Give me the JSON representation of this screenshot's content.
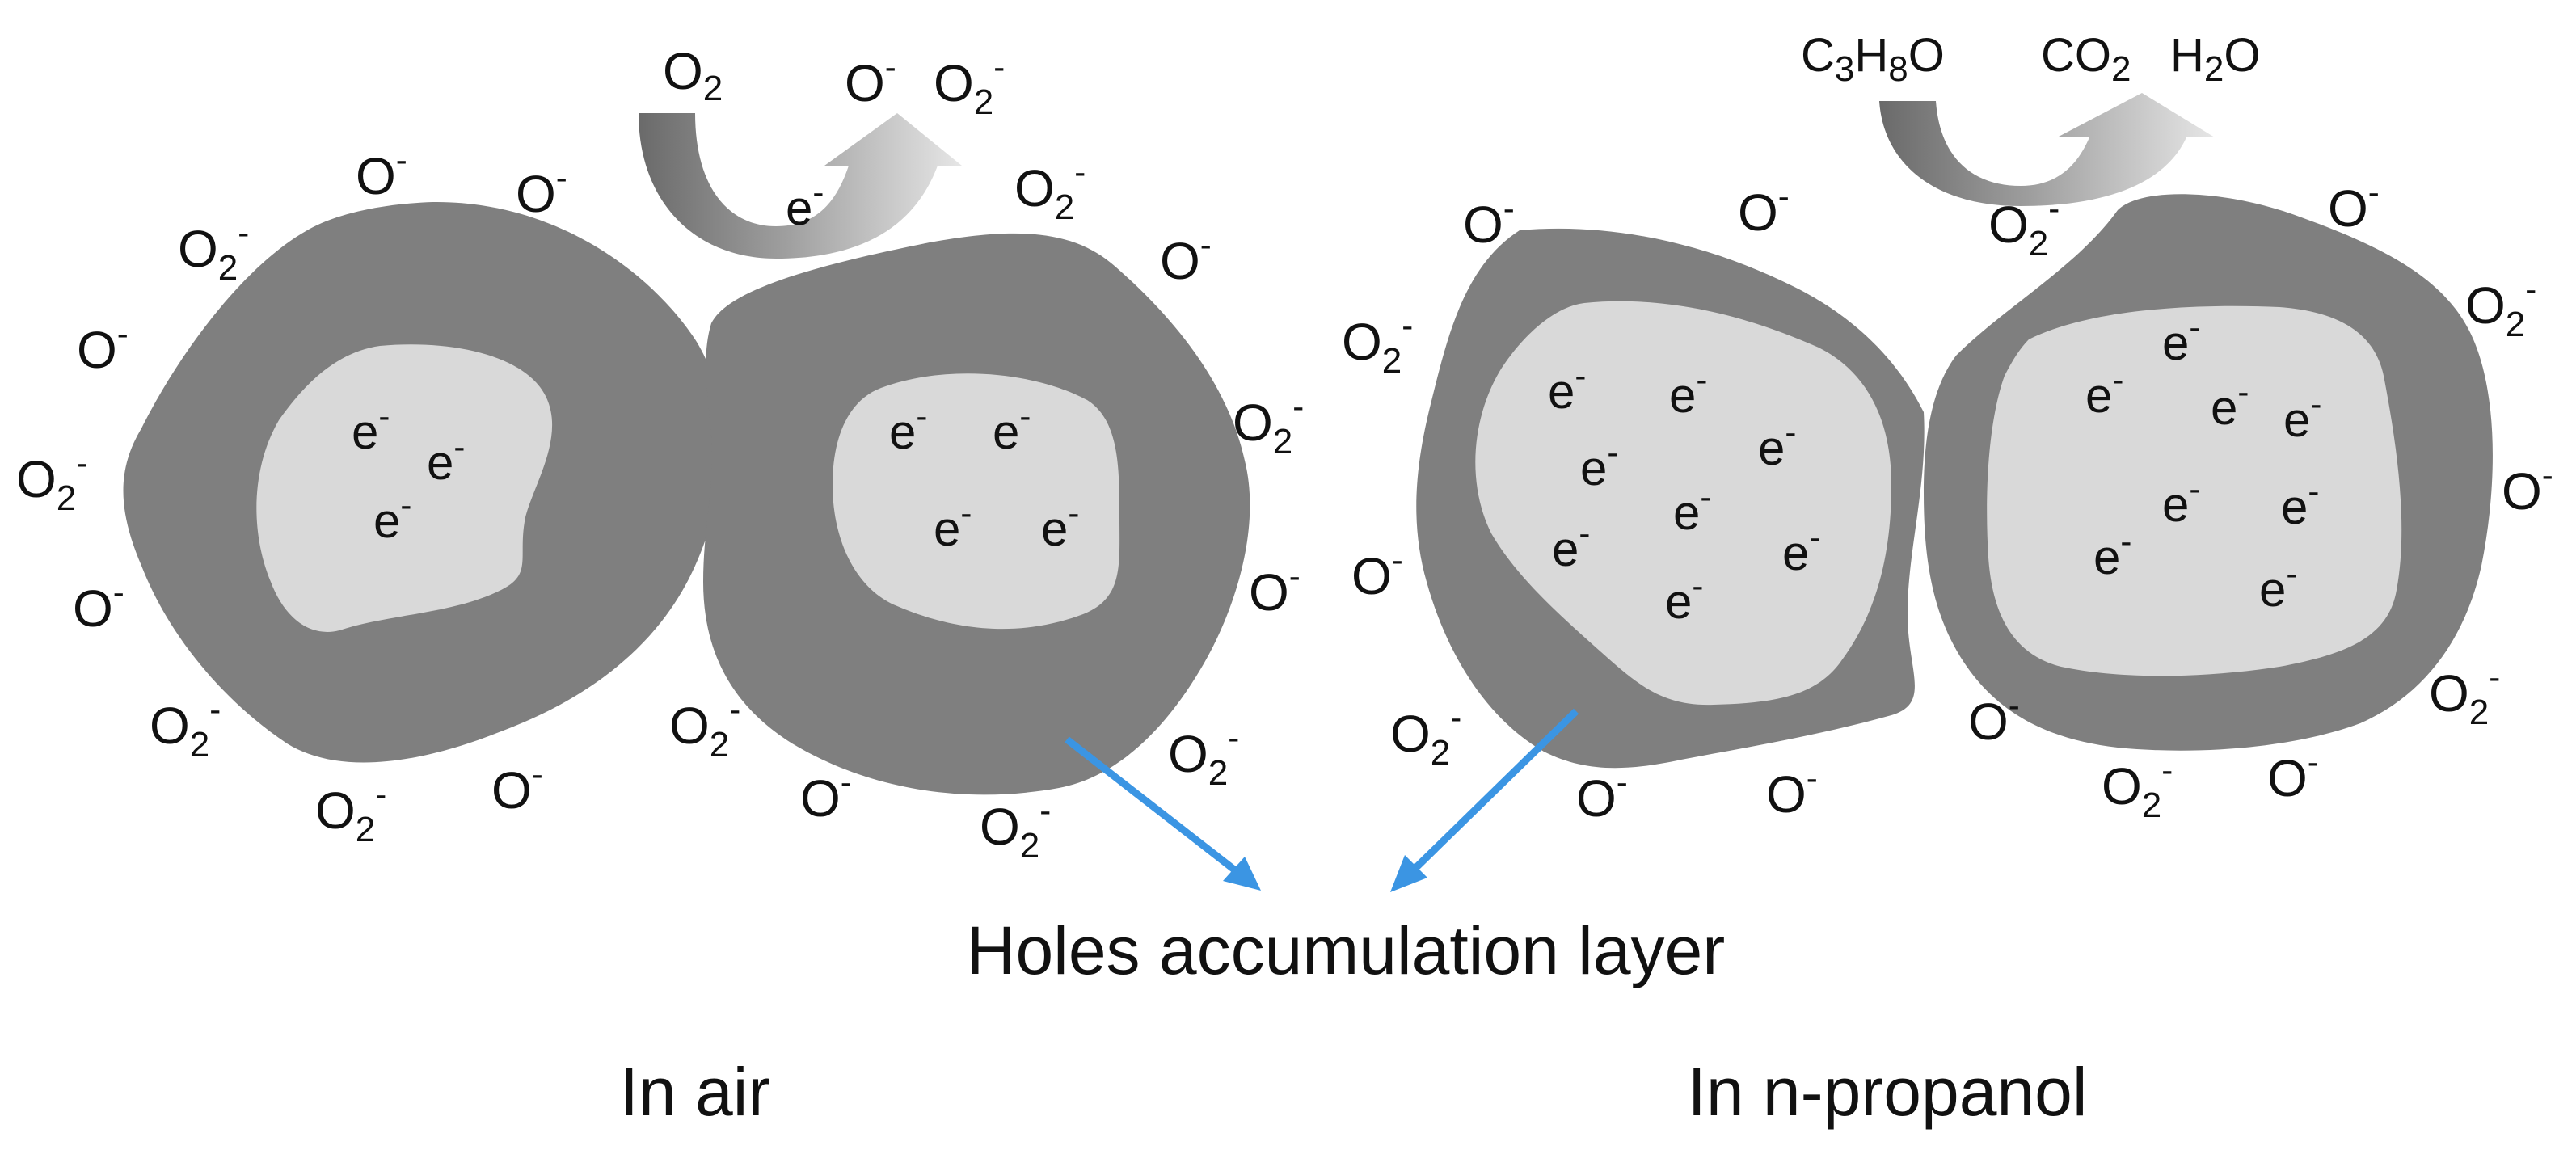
{
  "colors": {
    "shell": "#7f7f7f",
    "core": "#d9d9d9",
    "arrow_blue": "#3b95e3",
    "text": "#111111"
  },
  "ions": {
    "o_minus_base": "O",
    "o2_base": "O",
    "o2_sub": "2",
    "charge": "-"
  },
  "electron": {
    "base": "e",
    "charge": "-"
  },
  "reaction_air": {
    "reactant_base": "O",
    "reactant_sub": "2",
    "product1_base": "O",
    "product1_sup": "-",
    "product2_base": "O",
    "product2_sub": "2",
    "product2_sup": "-",
    "transfer_base": "e",
    "transfer_sup": "-"
  },
  "reaction_propanol": {
    "reactant": {
      "p1": "C",
      "s1": "3",
      "p2": "H",
      "s2": "8",
      "p3": "O"
    },
    "product_co2": {
      "base": "CO",
      "sub": "2"
    },
    "product_h2o": {
      "base": "H",
      "sub": "2",
      "tail": "O"
    }
  },
  "labels": {
    "holes_layer": "Holes accumulation layer",
    "in_air": "In air",
    "in_propanol": "In n-propanol"
  },
  "icons": [
    "curved-arrow-icon",
    "blue-pointer-arrow-icon"
  ]
}
